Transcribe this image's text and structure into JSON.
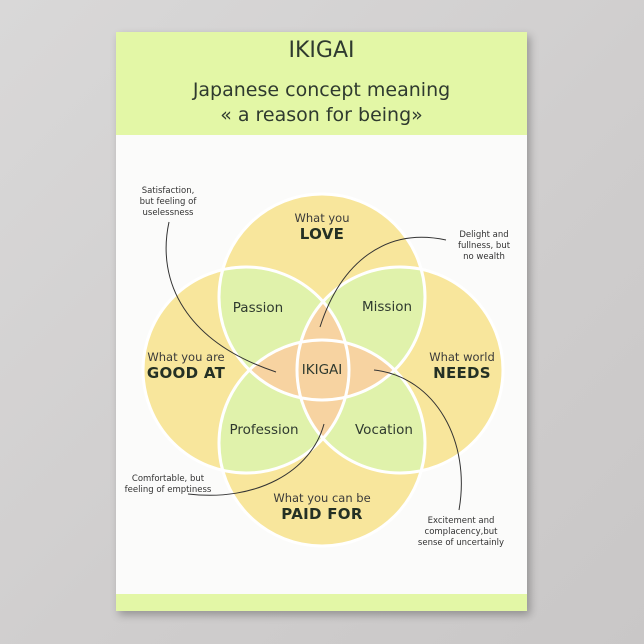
{
  "header": {
    "title": "IKIGAI",
    "subtitle_line1": "Japanese concept meaning",
    "subtitle_line2": "« a reason for being»"
  },
  "colors": {
    "header_band": "#e3f7a6",
    "circle_fill": "#f8e69c",
    "double_overlap": "#e0f2ab",
    "center_overlap": "#f7d3a1",
    "stroke": "#ffffff",
    "paper": "#fbfbfa"
  },
  "circles": {
    "top": {
      "small": "What you",
      "big": "LOVE"
    },
    "left": {
      "small": "What you are",
      "big": "GOOD AT"
    },
    "right": {
      "small": "What world",
      "big": "NEEDS"
    },
    "bottom": {
      "small": "What you can be",
      "big": "PAID FOR"
    }
  },
  "overlaps": {
    "top_left": "Passion",
    "top_right": "Mission",
    "bottom_left": "Profession",
    "bottom_right": "Vocation",
    "center": "IKIGAI"
  },
  "notes": {
    "top_left": [
      "Satisfaction,",
      "but feeling of",
      "uselessness"
    ],
    "top_right": [
      "Delight and",
      "fullness, but",
      "no wealth"
    ],
    "bottom_left": [
      "Comfortable, but",
      "feeling of emptiness"
    ],
    "bottom_right": [
      "Excitement and",
      "complacency,but",
      "sense of uncertainly"
    ]
  }
}
